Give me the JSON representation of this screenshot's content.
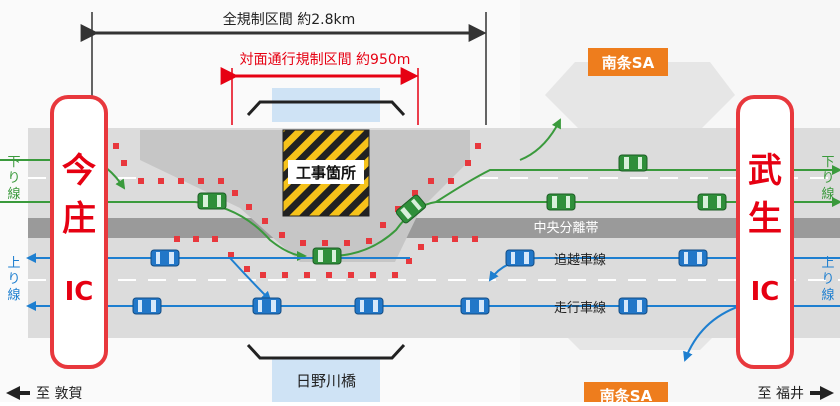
{
  "dimensions": {
    "total": "全規制区間 約2.8km",
    "contraflow": "対面通行規制区間 約950m"
  },
  "labels": {
    "work_zone": "工事箇所",
    "median": "中央分離帯",
    "passing_lane": "追越車線",
    "driving_lane": "走行車線",
    "bridge": "日野川橋",
    "sa_top": "南条SA",
    "sa_bottom": "南条SA"
  },
  "ic_left": {
    "name_line1": "今",
    "name_line2": "庄",
    "suffix": "IC"
  },
  "ic_right": {
    "name_line1": "武",
    "name_line2": "生",
    "suffix": "IC"
  },
  "direction_left": {
    "down_1": "下",
    "down_2": "り",
    "down_3": "線",
    "up_1": "上",
    "up_2": "り",
    "up_3": "線"
  },
  "direction_right": {
    "down_1": "下",
    "down_2": "り",
    "down_3": "線",
    "up_1": "上",
    "up_2": "り",
    "up_3": "線"
  },
  "footer": {
    "left": "至 敦賀",
    "right": "至 福井"
  },
  "colors": {
    "down_traffic": "#3a9a3c",
    "up_traffic": "#1e7fd0",
    "ic_border": "#e8383d",
    "contraflow_red": "#e60012",
    "sa_orange": "#ee7d1d",
    "median": "#9a9a9a",
    "road": "#dcdcdc"
  }
}
